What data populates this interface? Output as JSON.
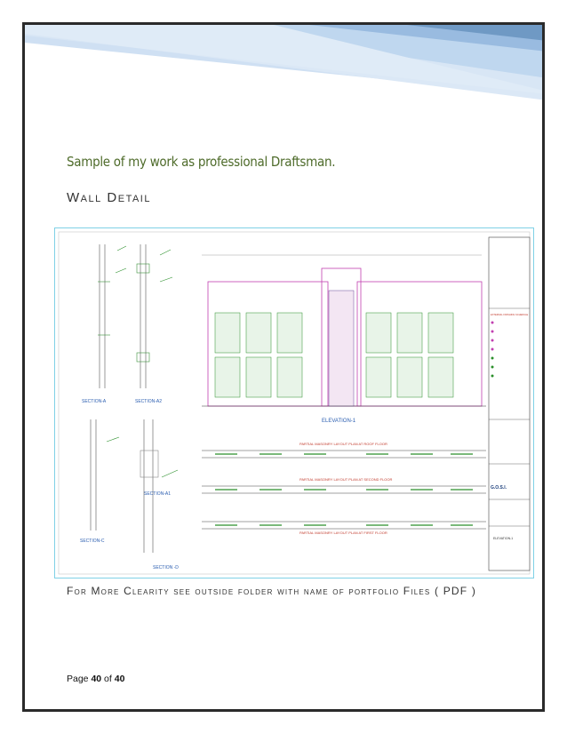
{
  "document": {
    "subtitle": "Sample of my work as professional Draftsman.",
    "heading": "Wall Detail",
    "note": "For More Clearity see outside folder with name of portfolio Files ( PDF )",
    "footer": {
      "prefix": "Page ",
      "current": "40",
      "middle": " of ",
      "total": "40"
    }
  },
  "drawing": {
    "sections": [
      "SECTION-A",
      "SECTION-A2",
      "SECTION-A1",
      "SECTION-C",
      "SECTION -D"
    ],
    "elevation_label": "ELEVATION-1",
    "plan_labels": [
      "PARTIAL MASONRY LAYOUT PLAN AT ROOF FLOOR",
      "PARTIAL MASONRY LAYOUT PLAN AT SECOND FLOOR",
      "PARTIAL MASONRY LAYOUT PLAN AT FIRST FLOOR"
    ],
    "title_block": {
      "finishing_header": "EXTERNAL FINISHING SCHEDULE",
      "client": "G.O.S.I.",
      "sheet_title": "ELEVATION-1"
    }
  },
  "colors": {
    "banner_dark": "#2f6aa8",
    "banner_light": "#a9c9ea",
    "subtitle": "#4e6b2a",
    "frame": "#2a2a2a",
    "drawing_border": "#7fd1e6"
  }
}
